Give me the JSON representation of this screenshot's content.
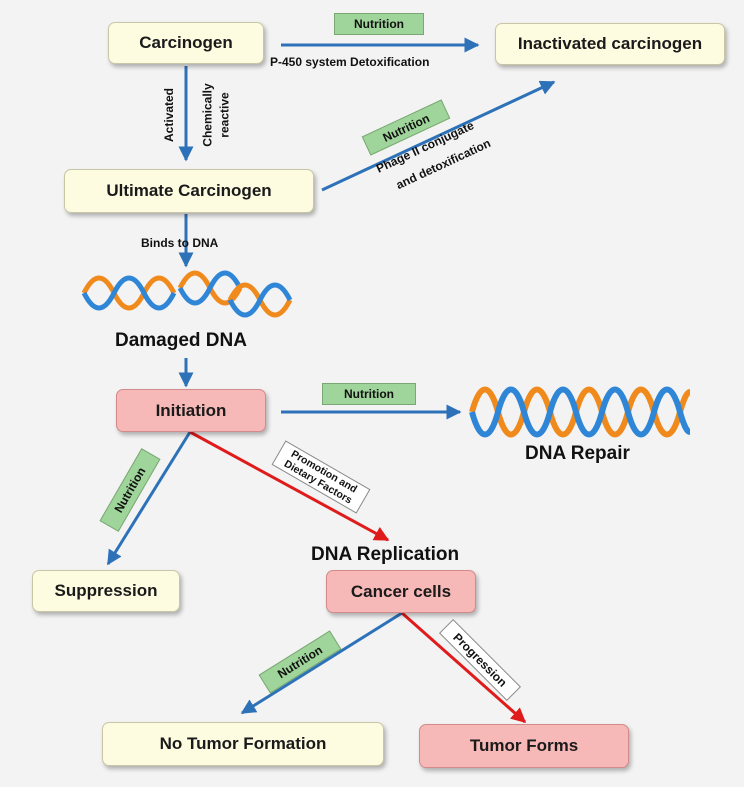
{
  "nodes": {
    "carcinogen": "Carcinogen",
    "inactivated": "Inactivated carcinogen",
    "ultimate": "Ultimate Carcinogen",
    "initiation": "Initiation",
    "suppression": "Suppression",
    "cancer_cells": "Cancer cells",
    "no_tumor": "No Tumor Formation",
    "tumor_forms": "Tumor Forms"
  },
  "labels": {
    "p450": "P-450 system Detoxification",
    "activated": "Activated",
    "chemically_reactive_1": "Chemically",
    "chemically_reactive_2": "reactive",
    "phase2_line1": "Phage II conjugate",
    "phase2_line2": "and detoxification",
    "binds": "Binds to DNA",
    "damaged_dna": "Damaged DNA",
    "dna_repair": "DNA Repair",
    "dna_replication": "DNA Replication",
    "promotion_line1": "Promotion and",
    "promotion_line2": "Dietary Factors",
    "progression": "Progression"
  },
  "tags": {
    "nutrition_top": "Nutrition",
    "nutrition_phase2": "Nutrition",
    "nutrition_repair": "Nutrition",
    "nutrition_suppression": "Nutrition",
    "nutrition_no_tumor": "Nutrition"
  },
  "colors": {
    "blue_arrow": "#2d72b8",
    "red_arrow": "#e01b1b",
    "helix_blue": "#2f86d6",
    "helix_orange": "#f08a1c"
  }
}
